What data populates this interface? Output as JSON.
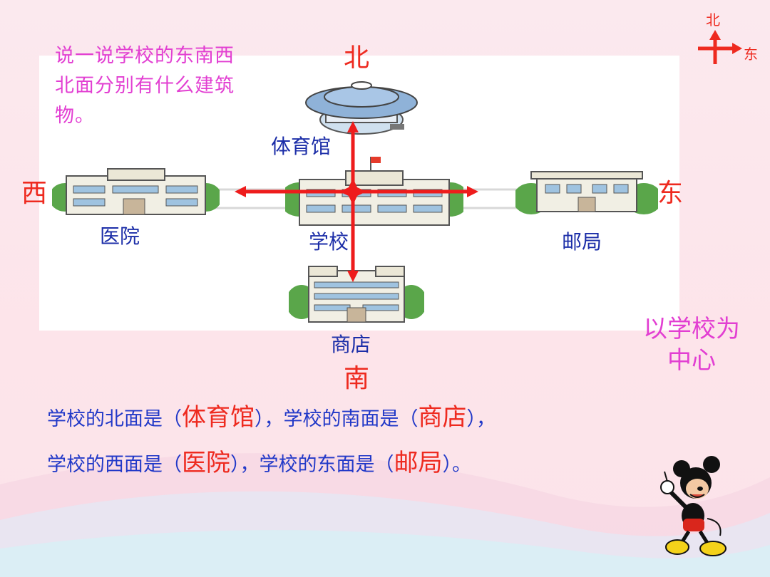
{
  "compass": {
    "north": "北",
    "east": "东"
  },
  "prompt": "说一说学校的东南西北面分别有什么建筑物。",
  "directions": {
    "north": "北",
    "south": "南",
    "west": "西",
    "east": "东"
  },
  "buildings": {
    "north": "体育馆",
    "center": "学校",
    "west": "医院",
    "east": "邮局",
    "south": "商店"
  },
  "center_note": "以学校为中心",
  "sentences": {
    "line1": {
      "a": "学校的北面是（",
      "a_ans": "体育馆",
      "b": "），学校的南面是（",
      "b_ans": "商店",
      "c": "），"
    },
    "line2": {
      "a": "学校的西面是（",
      "a_ans": "医院",
      "b": "），学校的东面是（",
      "b_ans": "邮局",
      "c": "）。"
    }
  },
  "colors": {
    "accent_red": "#ee2a1f",
    "text_blue": "#2239c8",
    "prompt_magenta": "#e23fd2"
  },
  "icons": [
    "compass-icon",
    "stadium-icon",
    "school-icon",
    "hospital-icon",
    "post-office-icon",
    "shop-icon",
    "mickey-mouse-icon"
  ]
}
